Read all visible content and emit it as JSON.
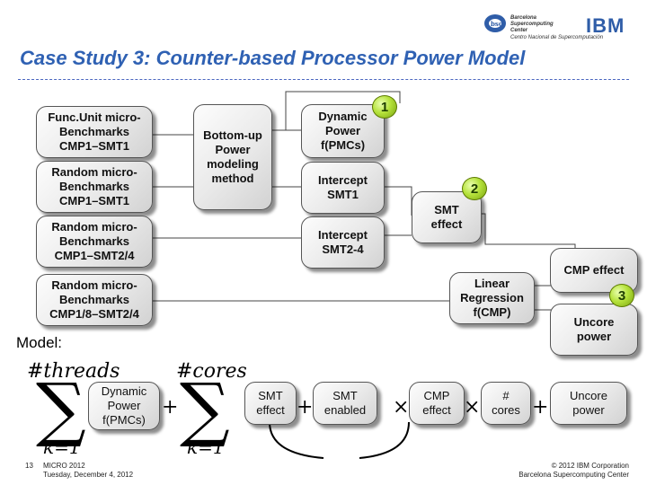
{
  "header": {
    "title": "Case Study 3: Counter-based Processor Power Model",
    "logo_ibm": "IBM",
    "bsc_lines": [
      "Barcelona",
      "Supercomputing",
      "Center",
      "Centro Nacional de Supercomputación"
    ]
  },
  "diagram": {
    "benchmarks": [
      "Func.Unit micro-\nBenchmarks\nCMP1–SMT1",
      "Random micro-\nBenchmarks\nCMP1–SMT1",
      "Random micro-\nBenchmarks\nCMP1–SMT2/4",
      "Random micro-\nBenchmarks\nCMP1/8–SMT2/4"
    ],
    "method": "Bottom-up\nPower\nmodeling\nmethod",
    "dynamic_power": "Dynamic\nPower\nf(PMCs)",
    "intercept_smt1": "Intercept\nSMT1",
    "intercept_smt24": "Intercept\nSMT2-4",
    "smt_effect": "SMT\neffect",
    "cmp_effect": "CMP effect",
    "linear_regression": "Linear\nRegression\nf(CMP)",
    "uncore_power": "Uncore\npower",
    "badges": [
      "1",
      "2",
      "3"
    ]
  },
  "model": {
    "label": "Model:",
    "sum1_upper": "#threads",
    "sum1_lower": "k=1",
    "sum2_upper": "#cores",
    "sum2_lower": "k=1",
    "dynamic_power": "Dynamic\nPower\nf(PMCs)",
    "smt_effect": "SMT\neffect",
    "smt_enabled": "SMT\nenabled",
    "cmp_effect": "CMP\neffect",
    "cores": "#\ncores",
    "uncore_power": "Uncore\npower",
    "plus": "+",
    "times": "×"
  },
  "footer": {
    "page_number": "13",
    "event": "MICRO 2012",
    "date": "Tuesday, December 4, 2012",
    "copyright": "© 2012 IBM Corporation",
    "org": "Barcelona Supercomputing Center"
  }
}
